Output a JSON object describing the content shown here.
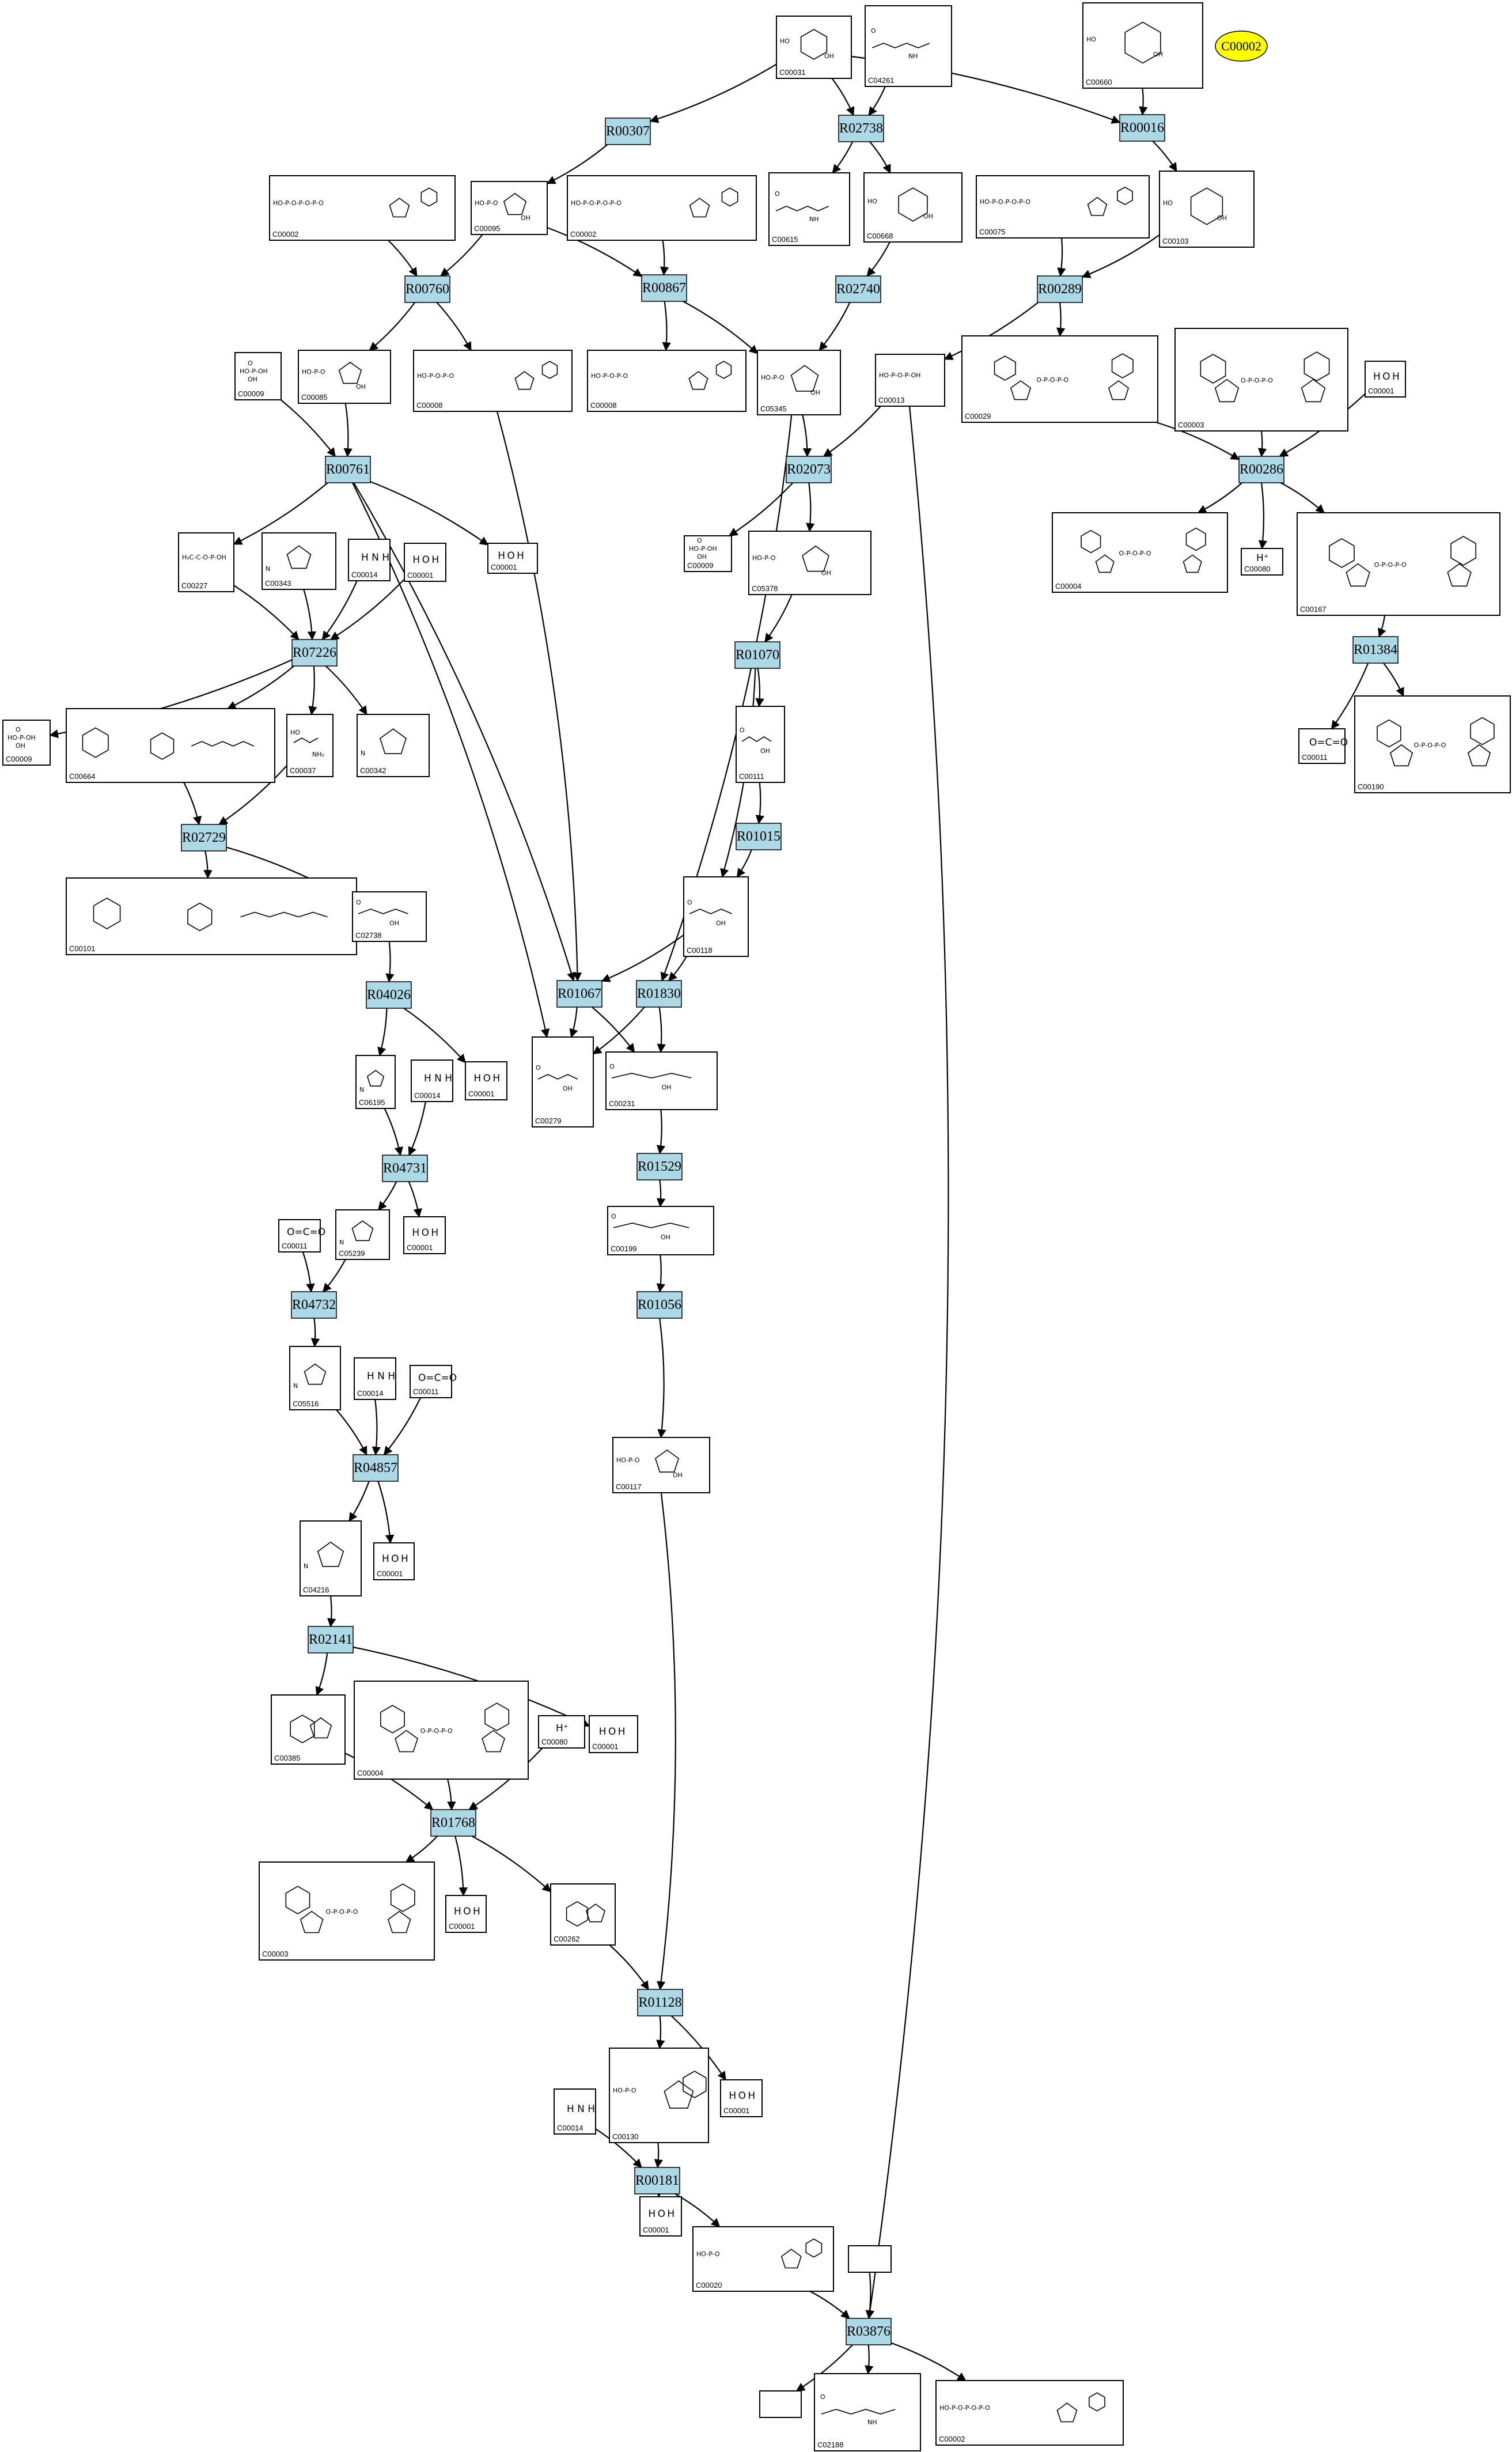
{
  "highlight": {
    "label": "C00002",
    "color": "#ffff00"
  },
  "colors": {
    "reaction_fill": "#add8e6",
    "compound_fill": "#ffffff",
    "stroke": "#000000"
  },
  "reactions": [
    {
      "id": "R00307"
    },
    {
      "id": "R02738"
    },
    {
      "id": "R00016"
    },
    {
      "id": "R00760"
    },
    {
      "id": "R00867"
    },
    {
      "id": "R02740"
    },
    {
      "id": "R00289"
    },
    {
      "id": "R00761"
    },
    {
      "id": "R02073"
    },
    {
      "id": "R00286"
    },
    {
      "id": "R07226"
    },
    {
      "id": "R01070"
    },
    {
      "id": "R01384"
    },
    {
      "id": "R02729"
    },
    {
      "id": "R01015"
    },
    {
      "id": "R04026"
    },
    {
      "id": "R01067"
    },
    {
      "id": "R01830"
    },
    {
      "id": "R04731"
    },
    {
      "id": "R01529"
    },
    {
      "id": "R04732"
    },
    {
      "id": "R01056"
    },
    {
      "id": "R04857"
    },
    {
      "id": "R02141"
    },
    {
      "id": "R01768"
    },
    {
      "id": "R01128"
    },
    {
      "id": "R00181"
    },
    {
      "id": "R03876"
    }
  ],
  "compounds": [
    {
      "key": "c00031a",
      "label": "C00031",
      "kind": "hexose"
    },
    {
      "key": "c04261",
      "label": "C04261",
      "kind": "amide"
    },
    {
      "key": "c00660",
      "label": "C00660",
      "kind": "hexose_p"
    },
    {
      "key": "c00002a",
      "label": "C00002",
      "kind": "ntp"
    },
    {
      "key": "c00095",
      "label": "C00095",
      "kind": "furanose"
    },
    {
      "key": "c00002b",
      "label": "C00002",
      "kind": "ntp"
    },
    {
      "key": "c00615",
      "label": "C00615",
      "kind": "amide"
    },
    {
      "key": "c00668",
      "label": "C00668",
      "kind": "hexose_p"
    },
    {
      "key": "c00075",
      "label": "C00075",
      "kind": "ntp"
    },
    {
      "key": "c00103",
      "label": "C00103",
      "kind": "hexose_p"
    },
    {
      "key": "c00009a",
      "label": "C00009",
      "kind": "pi"
    },
    {
      "key": "c00085",
      "label": "C00085",
      "kind": "furanose"
    },
    {
      "key": "c00008a",
      "label": "C00008",
      "kind": "ndp"
    },
    {
      "key": "c00008b",
      "label": "C00008",
      "kind": "ndp"
    },
    {
      "key": "c05345",
      "label": "C05345",
      "kind": "furanose"
    },
    {
      "key": "c00013",
      "label": "C00013",
      "kind": "ppi"
    },
    {
      "key": "c00029",
      "label": "C00029",
      "kind": "nucl_sugar"
    },
    {
      "key": "c00003a",
      "label": "C00003",
      "kind": "nad"
    },
    {
      "key": "c00001a",
      "label": "C00001",
      "kind": "water"
    },
    {
      "key": "c00227",
      "label": "C00227",
      "kind": "acylp"
    },
    {
      "key": "c00343",
      "label": "C00343",
      "kind": "ring"
    },
    {
      "key": "c00014a",
      "label": "C00014",
      "kind": "ammonia"
    },
    {
      "key": "c00001b",
      "label": "C00001",
      "kind": "water"
    },
    {
      "key": "c00001c",
      "label": "C00001",
      "kind": "water"
    },
    {
      "key": "c00009b",
      "label": "C00009",
      "kind": "pi"
    },
    {
      "key": "c05378",
      "label": "C05378",
      "kind": "furanose"
    },
    {
      "key": "c00004a",
      "label": "C00004",
      "kind": "nad"
    },
    {
      "key": "c00080a",
      "label": "C00080",
      "kind": "proton"
    },
    {
      "key": "c00167",
      "label": "C00167",
      "kind": "nucl_sugar"
    },
    {
      "key": "c00009c",
      "label": "C00009",
      "kind": "pi"
    },
    {
      "key": "c00664",
      "label": "C00664",
      "kind": "folate"
    },
    {
      "key": "c00037",
      "label": "C00037",
      "kind": "glycine"
    },
    {
      "key": "c00342",
      "label": "C00342",
      "kind": "ring"
    },
    {
      "key": "c00111",
      "label": "C00111",
      "kind": "small"
    },
    {
      "key": "c00011a",
      "label": "C00011",
      "kind": "co2"
    },
    {
      "key": "c00190",
      "label": "C00190",
      "kind": "nucl_sugar"
    },
    {
      "key": "c00101",
      "label": "C00101",
      "kind": "folate"
    },
    {
      "key": "c02738",
      "label": "C02738",
      "kind": "small"
    },
    {
      "key": "c00118",
      "label": "C00118",
      "kind": "small"
    },
    {
      "key": "c06195",
      "label": "C06195",
      "kind": "ring"
    },
    {
      "key": "c00014b",
      "label": "C00014",
      "kind": "ammonia"
    },
    {
      "key": "c00001d",
      "label": "C00001",
      "kind": "water"
    },
    {
      "key": "c00279",
      "label": "C00279",
      "kind": "small"
    },
    {
      "key": "c00231",
      "label": "C00231",
      "kind": "small"
    },
    {
      "key": "c05239",
      "label": "C05239",
      "kind": "ring"
    },
    {
      "key": "c00001e",
      "label": "C00001",
      "kind": "water"
    },
    {
      "key": "c00199",
      "label": "C00199",
      "kind": "small"
    },
    {
      "key": "c00011b",
      "label": "C00011",
      "kind": "co2"
    },
    {
      "key": "c05516",
      "label": "C05516",
      "kind": "ring"
    },
    {
      "key": "c00014c",
      "label": "C00014",
      "kind": "ammonia"
    },
    {
      "key": "c00011c",
      "label": "C00011",
      "kind": "co2"
    },
    {
      "key": "c00117",
      "label": "C00117",
      "kind": "furanose"
    },
    {
      "key": "c00001f",
      "label": "C00001",
      "kind": "water"
    },
    {
      "key": "c04216",
      "label": "C04216",
      "kind": "ring"
    },
    {
      "key": "c00385",
      "label": "C00385",
      "kind": "purine"
    },
    {
      "key": "c00004b",
      "label": "C00004",
      "kind": "nad"
    },
    {
      "key": "c00080b",
      "label": "C00080",
      "kind": "proton"
    },
    {
      "key": "c00001g",
      "label": "C00001",
      "kind": "water"
    },
    {
      "key": "c00003b",
      "label": "C00003",
      "kind": "nad"
    },
    {
      "key": "c00001h",
      "label": "C00001",
      "kind": "water"
    },
    {
      "key": "c00262",
      "label": "C00262",
      "kind": "purine"
    },
    {
      "key": "c00014d",
      "label": "C00014",
      "kind": "ammonia"
    },
    {
      "key": "c00130",
      "label": "C00130",
      "kind": "nmp"
    },
    {
      "key": "c00001i",
      "label": "C00001",
      "kind": "water"
    },
    {
      "key": "c00001j",
      "label": "C00001",
      "kind": "water"
    },
    {
      "key": "c00020",
      "label": "C00020",
      "kind": "nmp"
    },
    {
      "key": "empty1",
      "label": "",
      "kind": "empty"
    },
    {
      "key": "empty2",
      "label": "",
      "kind": "empty"
    },
    {
      "key": "c02188",
      "label": "C02188",
      "kind": "amide"
    },
    {
      "key": "c00002c",
      "label": "C00002",
      "kind": "ntp"
    }
  ]
}
